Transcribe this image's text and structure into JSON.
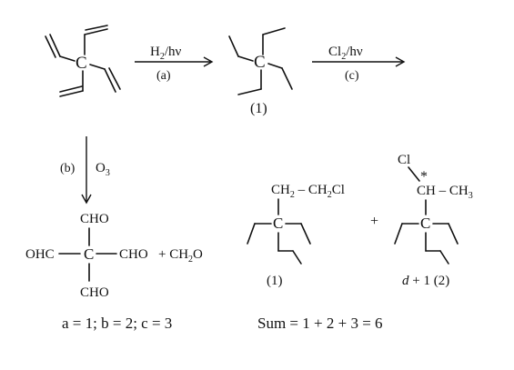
{
  "reaction": {
    "reagent_a": "H",
    "reagent_a_sub": "2",
    "reagent_a_tail": "/hν",
    "label_a": "(a)",
    "reagent_c": "Cl",
    "reagent_c_sub": "2",
    "reagent_c_tail": "/hν",
    "label_c": "(c)",
    "label_b": "(b)",
    "reagent_b": "O",
    "reagent_b_sub": "3"
  },
  "molecules": {
    "center_atom": "C",
    "product1_label": "(1)",
    "aldehyde": "CHO",
    "aldehyde_left": "OHC",
    "formaldehyde_plus": "+ CH",
    "formaldehyde_sub": "2",
    "formaldehyde_tail": "O",
    "chloro_ch2": "CH",
    "chloro_ch2_sub": "2",
    "chloro_dash": " – CH",
    "chloro_ch2cl_sub": "2",
    "chloro_cl_tail": "Cl",
    "product_left_label": "(1)",
    "plus": "+",
    "chlorine": "Cl",
    "asterisk": "*",
    "chiral_ch": "CH – CH",
    "chiral_ch3_sub": "3",
    "product_right_label_d": "d",
    "product_right_label_rest": " + 1 (2)"
  },
  "summary": {
    "assignment": "a = 1;  b = 2;  c = 3",
    "sum": "Sum = 1 + 2 + 3 = 6"
  }
}
